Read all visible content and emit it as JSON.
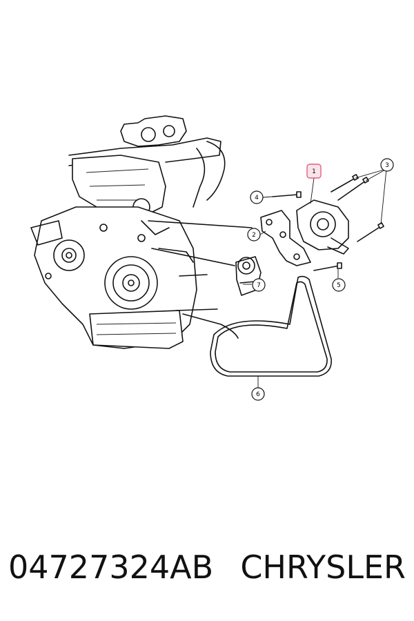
{
  "diagram": {
    "callouts": [
      {
        "id": "1",
        "label": "1",
        "highlight": true
      },
      {
        "id": "2",
        "label": "2"
      },
      {
        "id": "3",
        "label": "3"
      },
      {
        "id": "4",
        "label": "4"
      },
      {
        "id": "5",
        "label": "5"
      },
      {
        "id": "6",
        "label": "6"
      },
      {
        "id": "7",
        "label": "7"
      }
    ],
    "highlight_color": "#e06080"
  },
  "footer": {
    "part_number": "04727324AB",
    "brand": "CHRYSLER"
  }
}
